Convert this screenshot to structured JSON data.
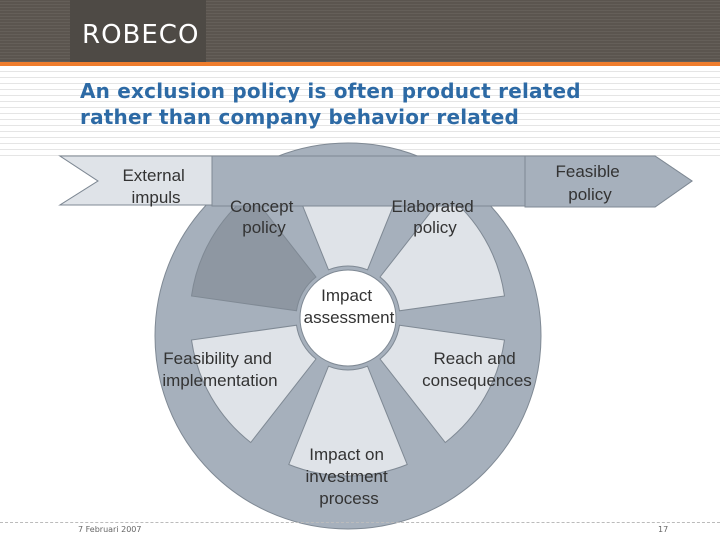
{
  "header": {
    "logo_text": "ROBECO",
    "title_line1": "An exclusion policy is often product related",
    "title_line2": "rather than company behavior related"
  },
  "diagram": {
    "external_impuls": [
      "External",
      "impuls"
    ],
    "feasible_policy": [
      "Feasible",
      "policy"
    ],
    "concept_policy": [
      "Concept",
      "policy"
    ],
    "elaborated_policy": [
      "Elaborated",
      "policy"
    ],
    "impact_assessment": [
      "Impact",
      "assessment"
    ],
    "feasibility_implementation": [
      "Feasibility and",
      "implementation"
    ],
    "reach_consequences": [
      "Reach and",
      "consequences"
    ],
    "impact_investment": [
      "Impact on",
      "investment",
      "process"
    ]
  },
  "footer": {
    "date": "7 Februari 2007",
    "page": "17"
  },
  "colors": {
    "header_band": "#5b554f",
    "accent_orange": "#ef7d2d",
    "title_blue": "#2d6aa5",
    "ring_fill": "#a6b0bc",
    "segment_fill": "#dfe3e8",
    "highlight_segment": "#8e97a2"
  }
}
